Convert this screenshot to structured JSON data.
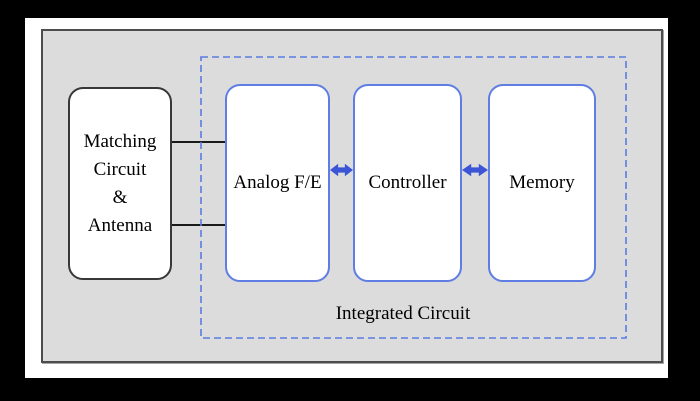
{
  "diagram": {
    "ic_label": "Integrated Circuit",
    "blocks": {
      "matching": {
        "lines": [
          "Matching",
          "Circuit",
          "&",
          "Antenna"
        ]
      },
      "analog": {
        "label": "Analog F/E"
      },
      "controller": {
        "label": "Controller"
      },
      "memory": {
        "label": "Memory"
      }
    },
    "connections": {
      "matching_to_analog": "two plain lines",
      "analog_to_controller": "bidirectional arrow",
      "controller_to_memory": "bidirectional arrow"
    },
    "colors": {
      "frame": "#000000",
      "page": "#ffffff",
      "panel_fill": "#dcdcdc",
      "panel_border": "#4d4d4d",
      "block_border_dark": "#383838",
      "block_border_blue": "#5f7de2",
      "dashed_boundary_blue": "#5b7ce1",
      "arrow_blue": "#3c55d6",
      "connector_line": "#1a1a1a",
      "text": "#000000"
    }
  }
}
